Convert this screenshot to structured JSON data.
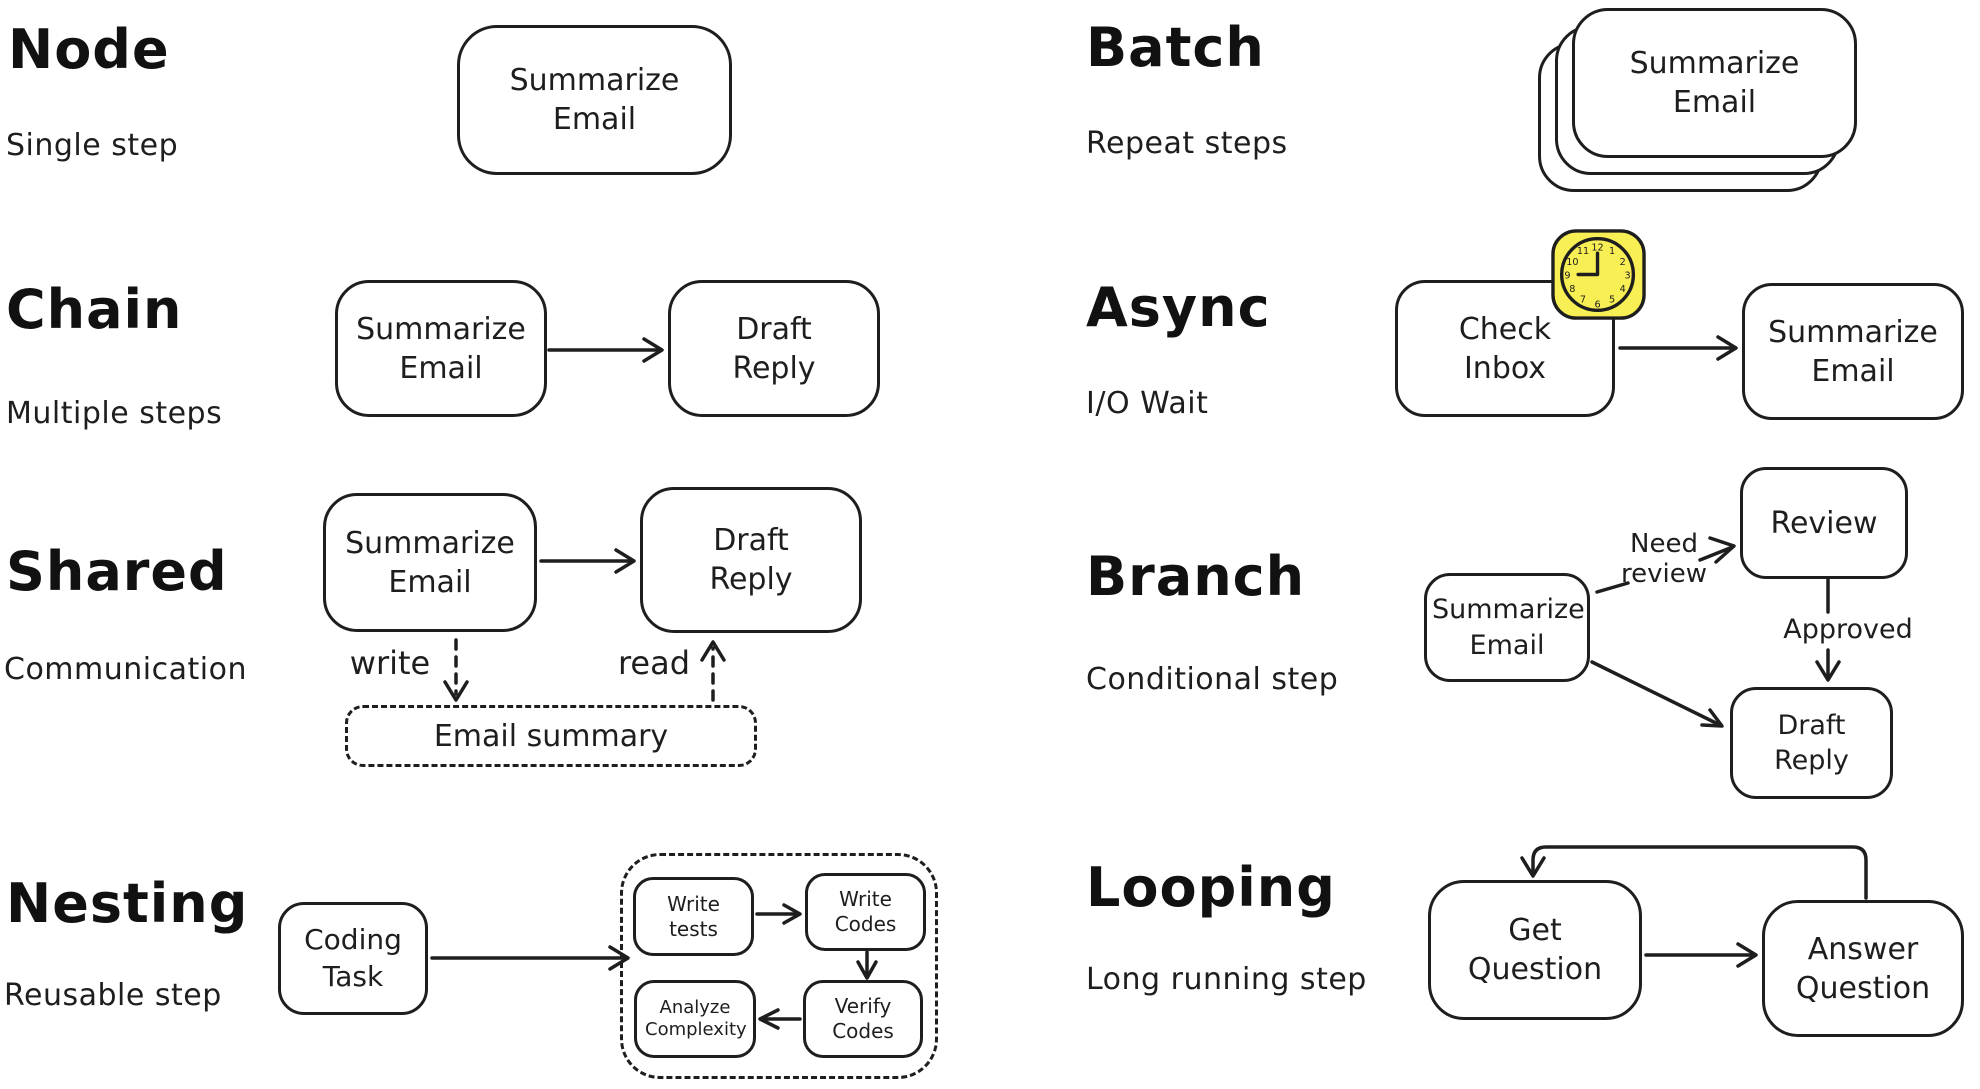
{
  "colors": {
    "ink": "#1e1e1e",
    "sticky_yellow": "#f8ef55",
    "background": "#ffffff"
  },
  "sections": {
    "node": {
      "title": "Node",
      "subtitle": "Single step",
      "box": "Summarize Email"
    },
    "chain": {
      "title": "Chain",
      "subtitle": "Multiple steps",
      "box1": "Summarize Email",
      "box2": "Draft Reply"
    },
    "shared": {
      "title": "Shared",
      "subtitle": "Communication",
      "box1": "Summarize Email",
      "box2": "Draft Reply",
      "write_label": "write",
      "read_label": "read",
      "store": "Email summary"
    },
    "nesting": {
      "title": "Nesting",
      "subtitle": "Reusable step",
      "box": "Coding Task",
      "inner1": "Write tests",
      "inner2": "Write Codes",
      "inner3": "Verify Codes",
      "inner4": "Analyze Complexity"
    },
    "batch": {
      "title": "Batch",
      "subtitle": "Repeat steps",
      "box": "Summarize Email"
    },
    "async": {
      "title": "Async",
      "subtitle": "I/O Wait",
      "box1": "Check Inbox",
      "box2": "Summarize Email",
      "icon": "clock-icon"
    },
    "branch": {
      "title": "Branch",
      "subtitle": "Conditional step",
      "box1": "Summarize Email",
      "box2": "Review",
      "box3": "Draft Reply",
      "edge_need_review": "Need review",
      "edge_approved": "Approved"
    },
    "looping": {
      "title": "Looping",
      "subtitle": "Long running step",
      "box1": "Get Question",
      "box2": "Answer Question"
    }
  }
}
